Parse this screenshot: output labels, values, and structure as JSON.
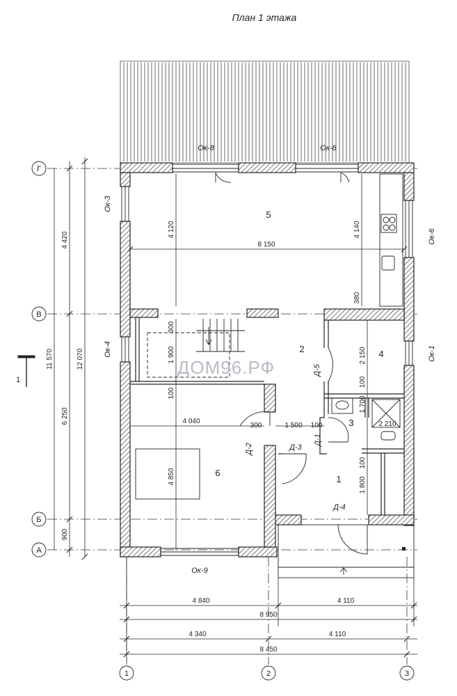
{
  "title": "План 1 этажа",
  "watermark": "ДОМ96.РФ",
  "axes": {
    "rows": [
      "Г",
      "В",
      "Б",
      "А"
    ],
    "cols": [
      "1",
      "2",
      "3"
    ]
  },
  "section_mark": "1",
  "rooms": [
    "5",
    "2",
    "4",
    "3",
    "6",
    "1"
  ],
  "windows": {
    "top_left": "Ок-8",
    "top_right": "Ок-8",
    "left_upper": "Ок-3",
    "left_lower": "Ок-4",
    "right_upper": "Ок-6",
    "right_lower": "Ок-1",
    "bottom": "Ок-9"
  },
  "doors": [
    "Д-5",
    "Д-2",
    "Д-3",
    "Д-1",
    "Д-4"
  ],
  "dims_left": {
    "top": "4 420",
    "bottom": "6 250",
    "porch": "900",
    "total_inner": "11 570",
    "total_outer": "12 070"
  },
  "dims_bottom": {
    "row1_left": "4 840",
    "row1_right": "4 110",
    "row1_total": "8 950",
    "row2_left": "4 340",
    "row2_right": "4 110",
    "row2_total": "8 450"
  },
  "dims_internal": {
    "room5_height_left": "4 120",
    "room5_height_right": "4 140",
    "room5_width": "8 150",
    "stair_300": "300",
    "stair_1900": "1 900",
    "r100_a": "100",
    "r380": "380",
    "r2150": "2 150",
    "r100_b": "100",
    "r1700": "1 700",
    "r2210": "2 210",
    "r4040": "4 040",
    "r300": "300",
    "r1500": "1 500",
    "r100_c": "100",
    "r4850": "4 850",
    "r100_d": "100",
    "r1800": "1 800"
  },
  "colors": {
    "line": "#222222",
    "wall_hatch": "#555555",
    "watermark": "#b8bcc4"
  }
}
